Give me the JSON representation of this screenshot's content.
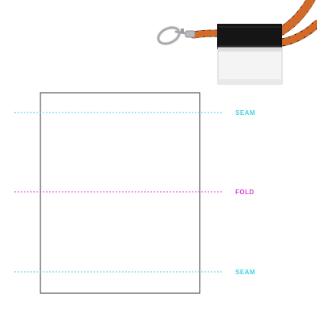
{
  "template": {
    "guides": [
      {
        "kind": "seam",
        "label": "SEAM",
        "color": "#3fd3e0"
      },
      {
        "kind": "fold",
        "label": "FOLD",
        "color": "#d83cd8"
      },
      {
        "kind": "seam",
        "label": "SEAM",
        "color": "#3fd3e0"
      }
    ],
    "panel": {
      "border_color": "#333333",
      "fill_color": "#ffffff"
    }
  },
  "product": {
    "icons": [
      "snap-hook-icon",
      "rope-lanyard-icon",
      "blank-tag-icon"
    ],
    "rope_color": "#1a1a1a",
    "rope_accent_color": "#e8732a",
    "tab_color": "#151515",
    "hook_color": "#c7c9cc"
  }
}
